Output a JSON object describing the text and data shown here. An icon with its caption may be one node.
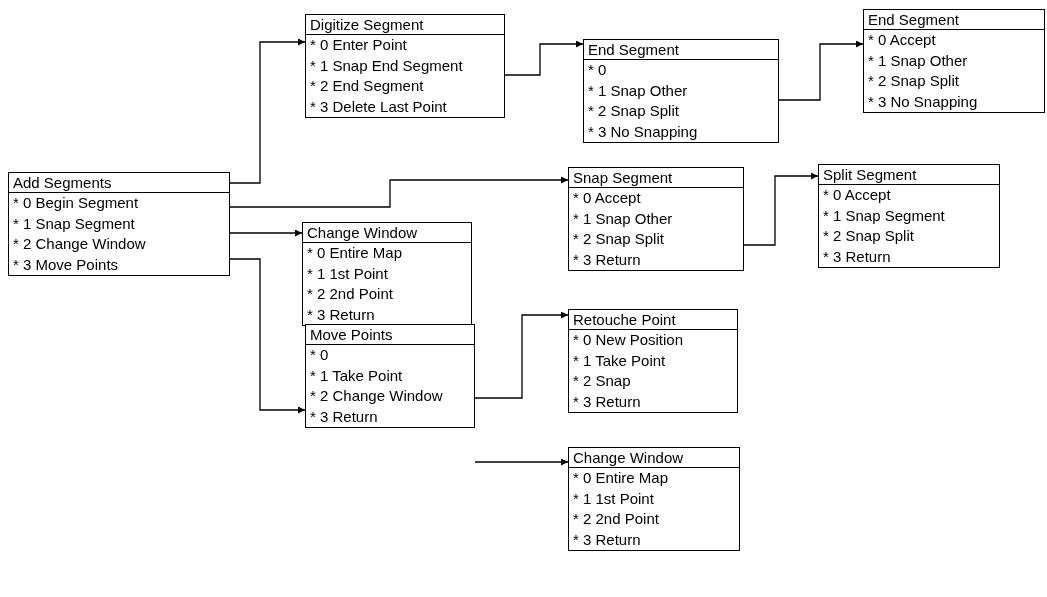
{
  "diagram": {
    "nodes": [
      {
        "text": [
          "Add Segments",
          "* 0 Begin Segment",
          "* 1 Snap Segment",
          "* 2 Change Window",
          "* 3 Move Points"
        ]
      },
      {
        "text": [
          "Digitize Segment",
          "* 0 Enter Point",
          "* 1 Snap End Segment",
          "* 2 End Segment",
          "* 3 Delete Last Point"
        ]
      },
      {
        "text": [
          "End Segment",
          "* 0",
          "* 1 Snap Other",
          "* 2 Snap Split",
          "* 3 No Snapping"
        ]
      },
      {
        "text": [
          "End Segment",
          "* 0 Accept",
          "* 1 Snap Other",
          "* 2 Snap Split",
          "* 3 No Snapping"
        ]
      },
      {
        "text": [
          "Snap Segment",
          "* 0 Accept",
          "* 1 Snap Other",
          "* 2 Snap Split",
          "* 3 Return"
        ]
      },
      {
        "text": [
          "Split Segment",
          "* 0 Accept",
          "* 1 Snap Segment",
          "* 2 Snap Split",
          "* 3 Return"
        ]
      },
      {
        "text": [
          "Change Window",
          "* 0 Entire Map",
          "* 1 1st Point",
          "* 2 2nd Point",
          "* 3 Return"
        ]
      },
      {
        "text": [
          "Move Points",
          "* 0",
          "* 1 Take Point",
          "* 2 Change Window",
          "* 3 Return"
        ]
      },
      {
        "text": [
          "Retouche Point",
          "* 0 New Position",
          "* 1 Take Point",
          "* 2 Snap",
          "* 3 Return"
        ]
      },
      {
        "text": [
          "Change Window",
          "* 0 Entire Map",
          "* 1 1st Point",
          "* 2 2nd Point",
          "* 3 Return"
        ]
      }
    ],
    "edges": [
      {
        "from": 0,
        "to": 1,
        "arrow": "to"
      },
      {
        "from": 0,
        "to": 4,
        "arrow": "to"
      },
      {
        "from": 0,
        "to": 6,
        "arrow": "to"
      },
      {
        "from": 0,
        "to": 7,
        "arrow": "to"
      },
      {
        "from": 1,
        "to": 2,
        "arrow": "to"
      },
      {
        "from": 2,
        "to": 3,
        "arrow": "to"
      },
      {
        "from": 4,
        "to": 5,
        "arrow": "to"
      },
      {
        "from": 7,
        "to": 8,
        "arrow": "to"
      },
      {
        "from": 7,
        "to": 9,
        "arrow": "to"
      }
    ]
  }
}
